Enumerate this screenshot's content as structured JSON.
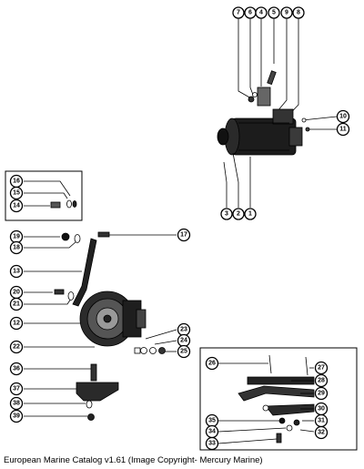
{
  "caption": "European Marine Catalog v1.61 (Image Copyright- Mercury Marine)",
  "callouts": {
    "c1": "1",
    "c2": "2",
    "c3": "3",
    "c4": "4",
    "c5": "5",
    "c6": "6",
    "c7": "7",
    "c8": "8",
    "c9": "9",
    "c10": "10",
    "c11": "11",
    "c12": "12",
    "c13": "13",
    "c14": "14",
    "c15": "15",
    "c16": "16",
    "c17": "17",
    "c18": "18",
    "c19": "19",
    "c20": "20",
    "c21": "21",
    "c22": "22",
    "c23": "23",
    "c24": "24",
    "c25": "25",
    "c26": "26",
    "c27": "27",
    "c28": "28",
    "c29": "29",
    "c30": "30",
    "c31": "31",
    "c32": "32",
    "c33": "33",
    "c34": "34",
    "c35": "35",
    "c36": "36",
    "c37": "37",
    "c38": "38",
    "c39": "39"
  }
}
